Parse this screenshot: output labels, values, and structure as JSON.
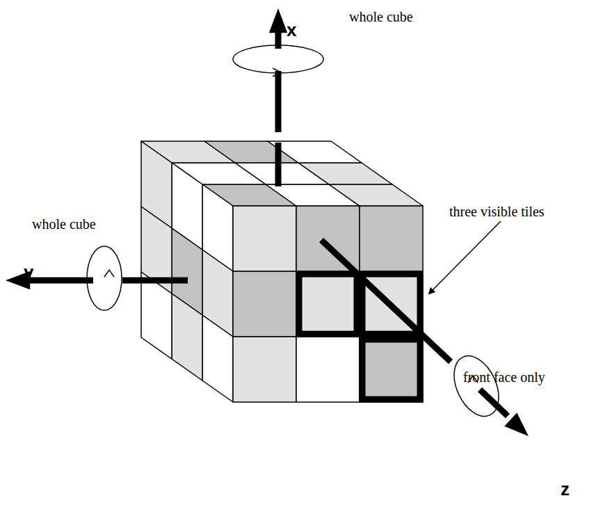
{
  "diagram": {
    "labels": [
      "x",
      "whole cube",
      "y",
      "whole cube",
      "three visible tiles",
      "front face only",
      "z"
    ]
  }
}
